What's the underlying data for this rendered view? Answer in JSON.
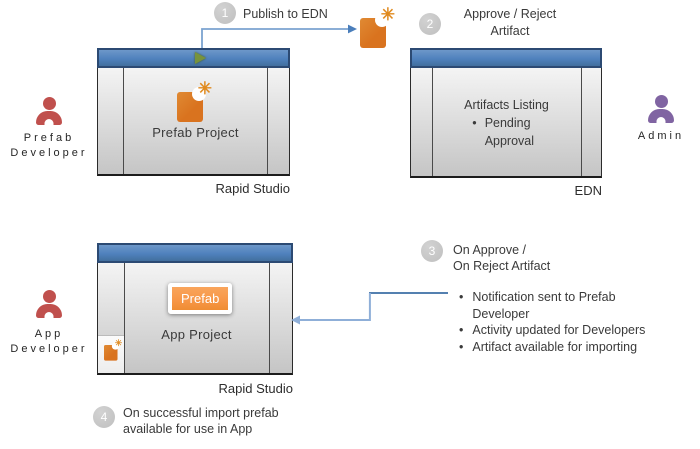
{
  "colors": {
    "titlebar": "#4f81bd",
    "titlebar_light": "#6d97c9",
    "titlebar_border": "#2c4a73",
    "window_border": "#2b2b2b",
    "body_light": "#f4f4f4",
    "body_dark": "#c5c5c5",
    "divider": "#4a4a4a",
    "orange": "#d9731f",
    "orange_star": "#e08a1e",
    "prefab_button": "#f79646",
    "person_red": "#c0504d",
    "person_purple": "#8064a2",
    "circle_gray": "#bfbfbf",
    "arrow_light": "#8fafd8",
    "arrow_dark": "#4a7ebb",
    "play_green": "#77933c",
    "text_main": "#3a3a3a"
  },
  "glyphs": {
    "star": "✳",
    "bullet": "•"
  },
  "steps": {
    "s1": {
      "number": "1",
      "label": "Publish to EDN"
    },
    "s2": {
      "number": "2",
      "line1": "Approve / Reject",
      "line2": "Artifact"
    },
    "s3": {
      "number": "3",
      "line1": "On Approve /",
      "line2": "On Reject Artifact",
      "bullets": [
        "Notification sent to Prefab Developer",
        "Activity updated for Developers",
        "Artifact available for importing"
      ]
    },
    "s4": {
      "number": "4",
      "line1": "On successful import prefab",
      "line2": "available for use in App"
    }
  },
  "actors": {
    "prefab_developer": {
      "line1": "Prefab",
      "line2": "Developer"
    },
    "admin": {
      "line1": "Admin"
    },
    "app_developer": {
      "line1": "App",
      "line2": "Developer"
    }
  },
  "windows": {
    "rapid_studio_top": {
      "content_label": "Prefab Project",
      "caption": "Rapid Studio"
    },
    "edn": {
      "content_title": "Artifacts Listing",
      "bullet_item": "Pending Approval",
      "caption": "EDN"
    },
    "rapid_studio_bottom": {
      "button_label": "Prefab",
      "content_label": "App Project",
      "caption": "Rapid Studio"
    }
  }
}
